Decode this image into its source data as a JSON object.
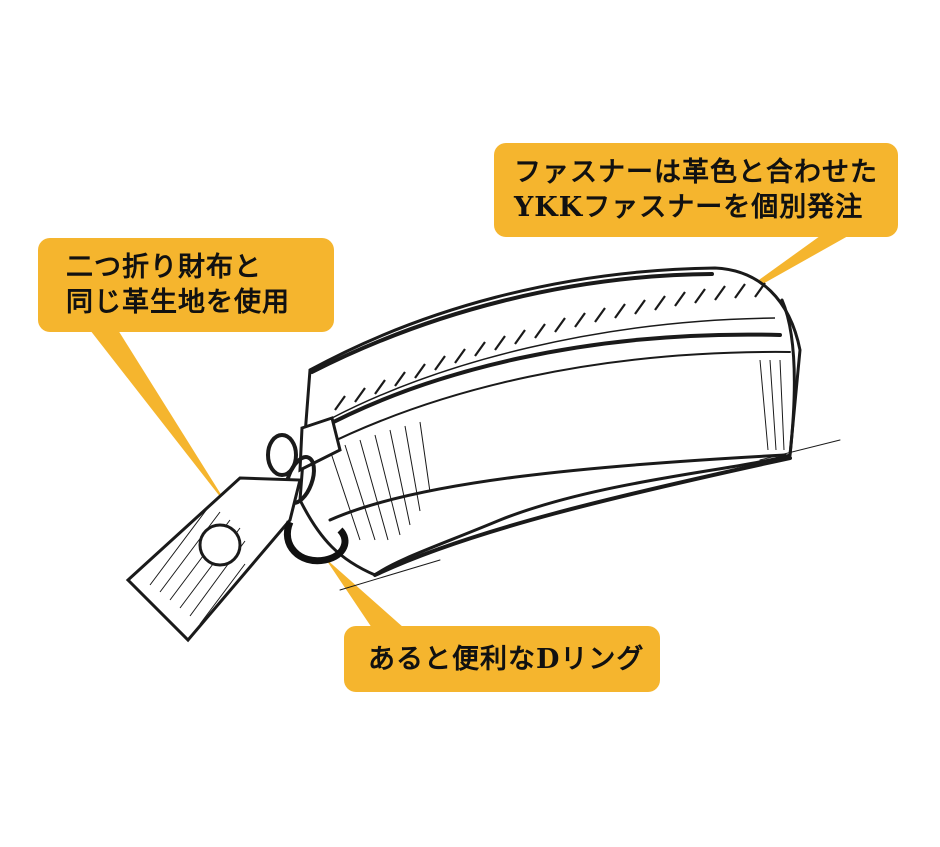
{
  "callouts": {
    "zipper": {
      "lines": [
        "ファスナーは革色と合わせた",
        "YKKファスナーを個別発注"
      ]
    },
    "leather": {
      "lines": [
        "二つ折り財布と",
        "同じ革生地を使用"
      ]
    },
    "dring": {
      "lines": [
        "あると便利なDリング"
      ]
    }
  },
  "illustration": {
    "subject": "zippered leather pouch sketch with zipper pull tab and D-ring",
    "icon": "zipper-pouch-illustration"
  },
  "colors": {
    "callout_bg": "#f5b52e",
    "text": "#111111",
    "ink": "#1a1a1a",
    "background": "#ffffff"
  }
}
